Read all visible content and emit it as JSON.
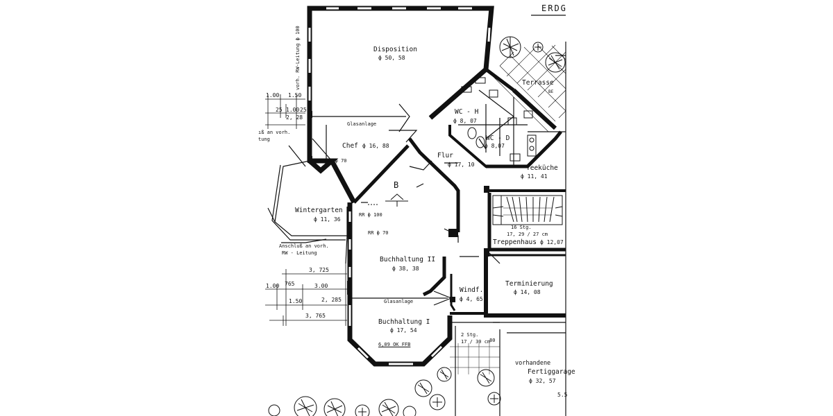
{
  "header": {
    "title": "ERDG"
  },
  "rooms": {
    "disposition": {
      "name": "Disposition",
      "area": "ф 50, 58"
    },
    "terrasse": {
      "name": "Terrasse",
      "note": "BE"
    },
    "wc_h": {
      "name": "WC - H",
      "area": "ф 8, 07"
    },
    "wc_d": {
      "name": "WC - D",
      "area": "ф 8,07"
    },
    "chef": {
      "name": "Chef",
      "area": "ф 16, 88"
    },
    "flur": {
      "name": "Flur",
      "area": "ф 17, 10"
    },
    "teekueche": {
      "name": "Teeküche",
      "area": "ф 11, 41"
    },
    "wintergarten": {
      "name": "Wintergarten",
      "area": "ф 11, 36"
    },
    "treppenhaus": {
      "name": "Treppenhaus",
      "area": "ф 12,07",
      "stairs": "16 Stg.",
      "stairs_dim": "17, 29 / 27 cm"
    },
    "buchhaltung2": {
      "name": "Buchhaltung II",
      "area": "ф 38, 38"
    },
    "terminierung": {
      "name": "Terminierung",
      "area": "ф 14, 08"
    },
    "windf": {
      "name": "Windf.",
      "area": "ф 4, 65"
    },
    "buchhaltung1": {
      "name": "Buchhaltung I",
      "area": "ф 17, 54",
      "level": "6,09 OK FFB"
    },
    "garage": {
      "name_line1": "vorhandene",
      "name_line2": "Fertiggarage",
      "area": "ф 32, 57"
    }
  },
  "annotations": {
    "glasanlage_top": "Glasanlage",
    "glasanlage_bottom": "Glasanlage",
    "section_marker": "B",
    "rr_70_a": "RR ф 70",
    "rr_100": "RR ф 100",
    "rr_70_b": "RR ф 70",
    "anschluss_line1": "Anschluß an vorh.",
    "anschluss_line2": "RW - Leitung",
    "anschluss_top_line1": "ıß an vorh.",
    "anschluss_top_line2": "tung",
    "vertical_note": "vorh. RW-Leitung ф 100",
    "entry_steps": "2 Stg.",
    "entry_steps_dim": "17 / 30 cm",
    "entry_dim": "80"
  },
  "dimensions": {
    "d1": "1.00",
    "d2": "1.50",
    "d3": "25",
    "d4": "1.00",
    "d5": "25",
    "d6": "2, 28",
    "d7": "3, 725",
    "d8": "1.00",
    "d9": "765",
    "d10": "3.00",
    "d11": "1.50",
    "d12": "2, 285",
    "d13": "3, 765",
    "d14": "5.5"
  }
}
